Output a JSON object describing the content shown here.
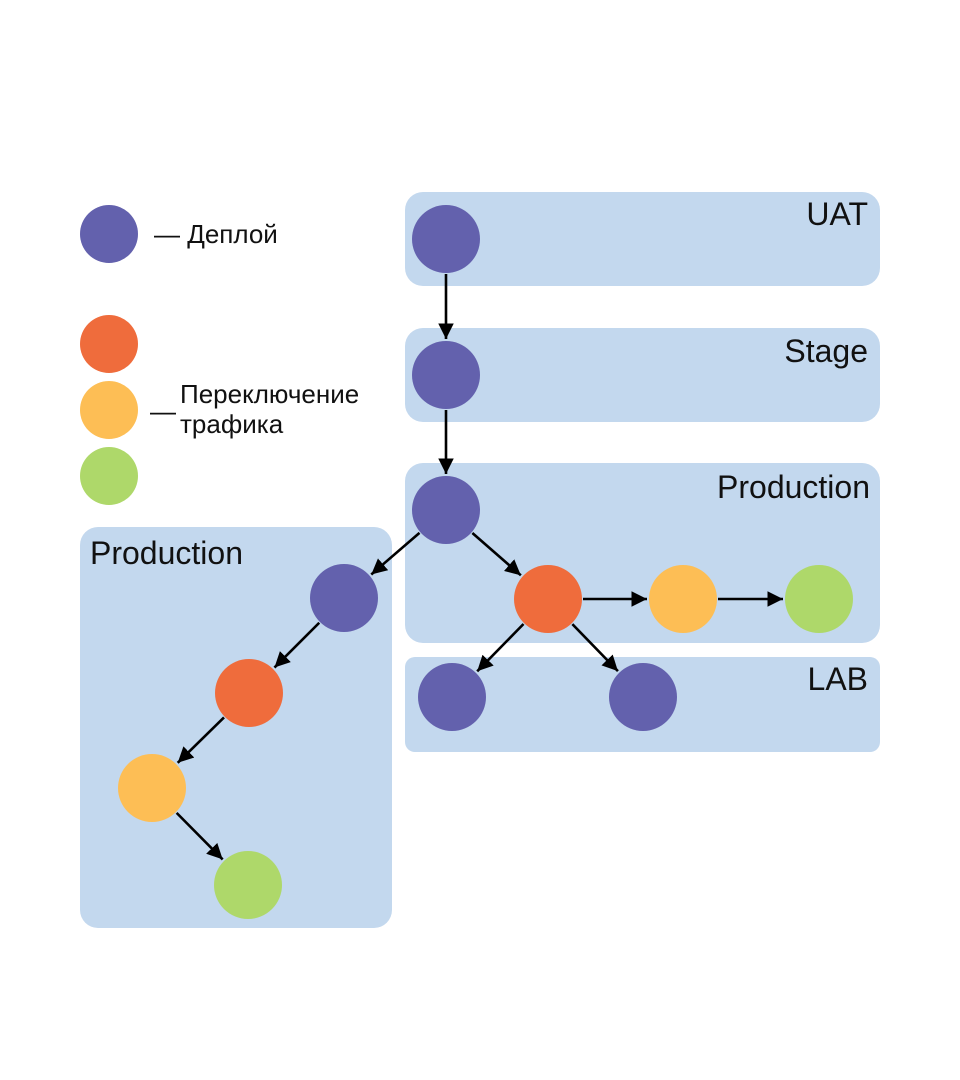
{
  "colors": {
    "deploy": "#6361ad",
    "switch_red": "#ef6c3c",
    "switch_yellow": "#fdbe55",
    "switch_green": "#aed86a",
    "box": "#c3d8ee",
    "arrow": "#000000"
  },
  "legend": {
    "deploy_text": "— Деплой",
    "switch_dash": "—",
    "switch_line1": "Переключение",
    "switch_line2": "трафика"
  },
  "environments": {
    "uat": "UAT",
    "stage": "Stage",
    "production_right": "Production",
    "lab": "LAB",
    "production_left": "Production"
  },
  "nodes": [
    {
      "id": "uat-deploy",
      "type": "deploy"
    },
    {
      "id": "stage-deploy",
      "type": "deploy"
    },
    {
      "id": "prod-right-deploy",
      "type": "deploy"
    },
    {
      "id": "prod-right-red",
      "type": "switch_red"
    },
    {
      "id": "prod-right-yellow",
      "type": "switch_yellow"
    },
    {
      "id": "prod-right-green",
      "type": "switch_green"
    },
    {
      "id": "lab-deploy-1",
      "type": "deploy"
    },
    {
      "id": "lab-deploy-2",
      "type": "deploy"
    },
    {
      "id": "prod-left-deploy",
      "type": "deploy"
    },
    {
      "id": "prod-left-red",
      "type": "switch_red"
    },
    {
      "id": "prod-left-yellow",
      "type": "switch_yellow"
    },
    {
      "id": "prod-left-green",
      "type": "switch_green"
    }
  ],
  "edges": [
    {
      "from": "uat-deploy",
      "to": "stage-deploy"
    },
    {
      "from": "stage-deploy",
      "to": "prod-right-deploy"
    },
    {
      "from": "prod-right-deploy",
      "to": "prod-right-red"
    },
    {
      "from": "prod-right-red",
      "to": "prod-right-yellow"
    },
    {
      "from": "prod-right-yellow",
      "to": "prod-right-green"
    },
    {
      "from": "prod-right-red",
      "to": "lab-deploy-1"
    },
    {
      "from": "prod-right-red",
      "to": "lab-deploy-2"
    },
    {
      "from": "prod-right-deploy",
      "to": "prod-left-deploy"
    },
    {
      "from": "prod-left-deploy",
      "to": "prod-left-red"
    },
    {
      "from": "prod-left-red",
      "to": "prod-left-yellow"
    },
    {
      "from": "prod-left-yellow",
      "to": "prod-left-green"
    }
  ]
}
